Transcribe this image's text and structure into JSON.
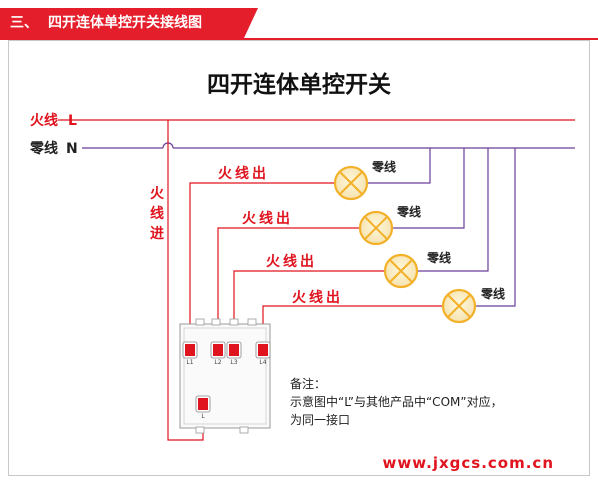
{
  "header": {
    "index": "三、",
    "title": "四开连体单控开关接线图"
  },
  "diagram": {
    "title": "四开连体单控开关",
    "live_line": {
      "label": "火线",
      "letter": "L"
    },
    "neutral_line": {
      "label": "零线",
      "letter": "N"
    },
    "live_in": [
      "火",
      "线",
      "进"
    ],
    "live_out_label": "火线出",
    "neutral_label": "零线",
    "terminals": [
      "L1",
      "L2",
      "L3",
      "L4",
      "L"
    ],
    "note_title": "备注：",
    "note_line1": "示意图中“L”与其他产品中“COM”对应，",
    "note_line2": "为同一接口",
    "website": "www.jxgcs.com.cn"
  },
  "colors": {
    "accent": "#e41f2b",
    "wire_red": "#e0141e",
    "wire_neutral": "#6a3d9a",
    "lamp": "#f3b12a"
  }
}
